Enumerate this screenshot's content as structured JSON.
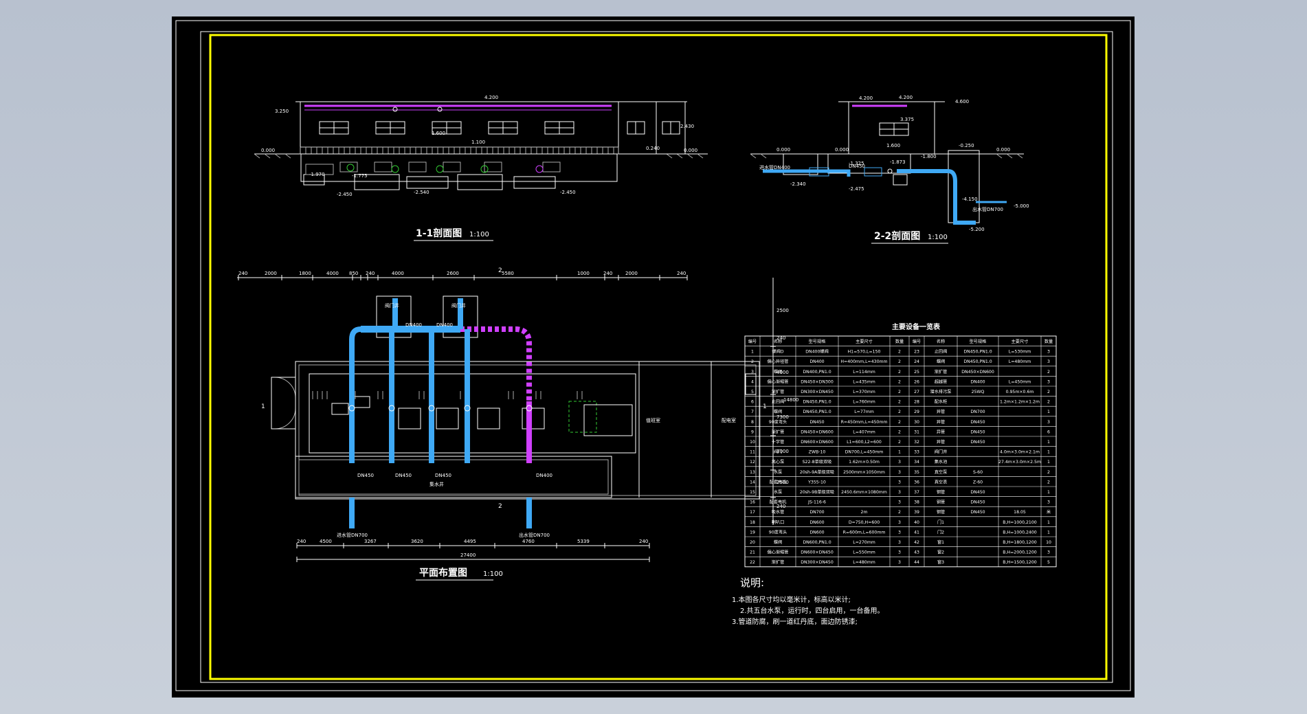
{
  "colors": {
    "background": "#b8c1cf",
    "canvas": "#000000",
    "border_outer": "#ffffff",
    "border_inner": "#ffff00",
    "pipe": "#3fa9f5",
    "pipe_alt": "#d040ff",
    "dash": "#33cc33",
    "line": "#ffffff"
  },
  "section_1_1": {
    "title": "1-1剖面图",
    "scale": "1:100",
    "labels": [
      "4.200",
      "3.250",
      "2.430",
      "1.600",
      "1.100",
      "0.240",
      "0.000",
      "0.000",
      "-1.775",
      "-1.970",
      "-2.450",
      "-2.540",
      "-2.450"
    ]
  },
  "section_2_2": {
    "title": "2-2剖面图",
    "scale": "1:100",
    "labels": [
      "4.200",
      "4.200",
      "4.600",
      "3.375",
      "1.600",
      "0.000",
      "0.000",
      "-0.250",
      "0.000",
      "-1.325",
      "-1.873",
      "-1.800",
      "-2.475",
      "-2.340",
      "-4.150",
      "-5.200",
      "-5.000"
    ],
    "pipe_labels": [
      "进水管DN400",
      "DN450",
      "出水管DN700"
    ]
  },
  "plan": {
    "title": "平面布置图",
    "scale": "1:100",
    "top_dims": [
      "240",
      "2000",
      "1800",
      "4000",
      "850",
      "240",
      "4000",
      "2600",
      "5580",
      "1000",
      "240",
      "2000",
      "240"
    ],
    "bottom_dims": [
      "240",
      "4500",
      "3267",
      "3620",
      "4495",
      "4760",
      "5339",
      "240"
    ],
    "total": "27400",
    "right_dims": [
      "2500",
      "240",
      "4000",
      "7300",
      "14800",
      "3000",
      "2500",
      "240"
    ],
    "rooms": [
      "阀门井",
      "阀门井",
      "值班室",
      "配电室"
    ],
    "pipes": [
      "DN400",
      "DN400",
      "DN450",
      "DN450",
      "DN450",
      "DN400"
    ],
    "outlets": [
      "进水管DN700",
      "出水管DN700"
    ],
    "notes": [
      "集水井"
    ],
    "section_marks": [
      "1",
      "1",
      "2",
      "2"
    ]
  },
  "equipment_table": {
    "title": "主要设备一览表",
    "headers": [
      "编号",
      "名称",
      "型号规格",
      "主要尺寸",
      "数量",
      "编号",
      "名称",
      "型号规格",
      "主要尺寸",
      "数量"
    ],
    "rows": [
      [
        "1",
        "蝶阀D",
        "DN400蝶阀",
        "H1=570,L=150",
        "2",
        "23",
        "止回阀",
        "DN450,PN1.0",
        "L=530mm",
        "3"
      ],
      [
        "2",
        "偏心异径管",
        "DN400",
        "H=400mm,L=430mm",
        "2",
        "24",
        "蝶阀",
        "DN450,PN1.0",
        "L=480mm",
        "3"
      ],
      [
        "3",
        "蝶阀",
        "DN400,PN1.0",
        "L=114mm",
        "2",
        "25",
        "渐扩管",
        "DN450×DN600",
        "",
        "2"
      ],
      [
        "4",
        "偏心渐缩管",
        "DN450×DN300",
        "L=435mm",
        "2",
        "26",
        "超越管",
        "DN400",
        "L=450mm",
        "3"
      ],
      [
        "5",
        "渐扩管",
        "DN300×DN450",
        "L=370mm",
        "2",
        "27",
        "潜水排污泵",
        "25WQ",
        "0.95m×0.6m",
        "2"
      ],
      [
        "6",
        "止回阀",
        "DN450,PN1.0",
        "L=760mm",
        "2",
        "28",
        "配水柜",
        "",
        "1.2m×1.2m×1.2m",
        "2"
      ],
      [
        "7",
        "蝶阀",
        "DN450,PN1.0",
        "L=77mm",
        "2",
        "29",
        "异管",
        "DN700",
        "",
        "1"
      ],
      [
        "8",
        "90度弯头",
        "DN450",
        "R=450mm,L=450mm",
        "2",
        "30",
        "异管",
        "DN450",
        "",
        "3"
      ],
      [
        "9",
        "渐扩管",
        "DN450×DN600",
        "L=407mm",
        "2",
        "31",
        "异管",
        "DN450",
        "",
        "6"
      ],
      [
        "10",
        "十字管",
        "DN600×DN600",
        "L1=600,L2=600",
        "2",
        "32",
        "异管",
        "DN450",
        "",
        "1"
      ],
      [
        "11",
        "阀门",
        "ZWB-10",
        "DN700,L=450mm",
        "1",
        "33",
        "阀门井",
        "",
        "4.0m×3.0m×2.1m",
        "1"
      ],
      [
        "12",
        "离心泵",
        "S22-8单级双吸",
        "1.62m×0.50m",
        "3",
        "34",
        "集水池",
        "",
        "27.4m×3.0m×2.5m",
        "1"
      ],
      [
        "13",
        "水泵",
        "20sh-9A单级双吸",
        "2500mm×1050mm",
        "3",
        "35",
        "真空泵",
        "S-60",
        "",
        "2"
      ],
      [
        "14",
        "配套电机",
        "Y355-10",
        "",
        "3",
        "36",
        "真空表",
        "Z-60",
        "",
        "2"
      ],
      [
        "15",
        "水泵",
        "20sh-9B单级双吸",
        "2450.6mm×1080mm",
        "3",
        "37",
        "钢管",
        "DN450",
        "",
        "1"
      ],
      [
        "16",
        "配套电机",
        "JS-116-6",
        "",
        "3",
        "38",
        "钢管",
        "DN450",
        "",
        "3"
      ],
      [
        "17",
        "吸水管",
        "DN700",
        "2m",
        "2",
        "39",
        "钢管",
        "DN450",
        "18.05",
        "米"
      ],
      [
        "18",
        "喇叭口",
        "DN600",
        "D=750,H=600",
        "3",
        "40",
        "门1",
        "",
        "B,H=1000,2100",
        "1"
      ],
      [
        "19",
        "90度弯头",
        "DN600",
        "R=600m,L=600mm",
        "3",
        "41",
        "门2",
        "",
        "B,H=1000,2400",
        "1"
      ],
      [
        "20",
        "蝶阀",
        "DN600,PN1.0",
        "L=270mm",
        "3",
        "42",
        "窗1",
        "",
        "B,H=1800,1200",
        "10"
      ],
      [
        "21",
        "偏心渐缩管",
        "DN600×DN450",
        "L=550mm",
        "3",
        "43",
        "窗2",
        "",
        "B,H=2000,1200",
        "3"
      ],
      [
        "22",
        "渐扩管",
        "DN300×DN450",
        "L=480mm",
        "3",
        "44",
        "窗3",
        "",
        "B,H=1500,1200",
        "5"
      ]
    ]
  },
  "notes": {
    "title": "说明:",
    "lines": [
      "1.本图各尺寸均以毫米计，标高以米计;",
      "2.共五台水泵，运行时，四台启用，一台备用。",
      "3.管道防腐，刷一道红丹底，面边防锈漆;"
    ]
  }
}
